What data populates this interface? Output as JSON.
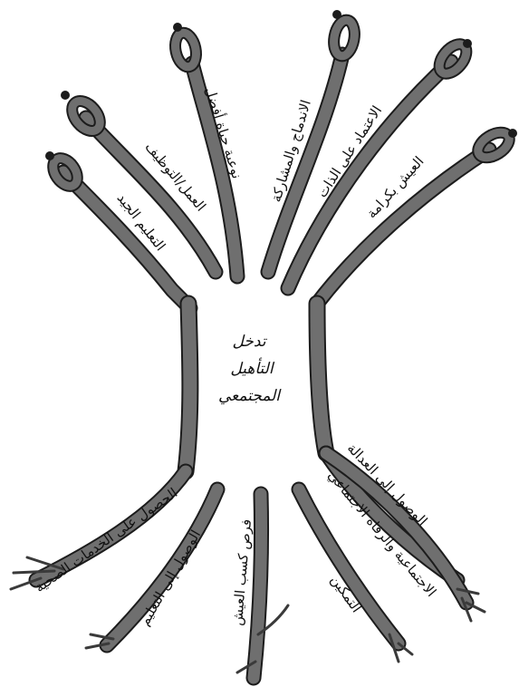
{
  "center": {
    "line1": "تدخل",
    "line2": "التأهيل",
    "line3": "المجتمعي"
  },
  "branches": {
    "good_education": "التعليم الجيد",
    "work_employment": "العمل/التوظيف",
    "better_quality_of_life": "نوعية حياة أفضل",
    "inclusion_participation": "الاندماج والمشاركة",
    "self_reliance": "الاعتماد على الذات",
    "living_with_dignity": "العيش بكرامة"
  },
  "roots": {
    "health_services_access": "الحصول على الخدمات الصحية",
    "education_access": "الوصول إلى التعليم",
    "livelihood_opportunities": "فرص كسب العيش",
    "empowerment": "التمكين",
    "social_welfare_access": "الاجتماعية والرفاه الاجتماعي",
    "justice_access": "الوصول إلى العدالة"
  },
  "colors": {
    "stroke_fill": "#6f6f6f",
    "stroke_edge": "#1c1c1c",
    "background": "#ffffff"
  }
}
